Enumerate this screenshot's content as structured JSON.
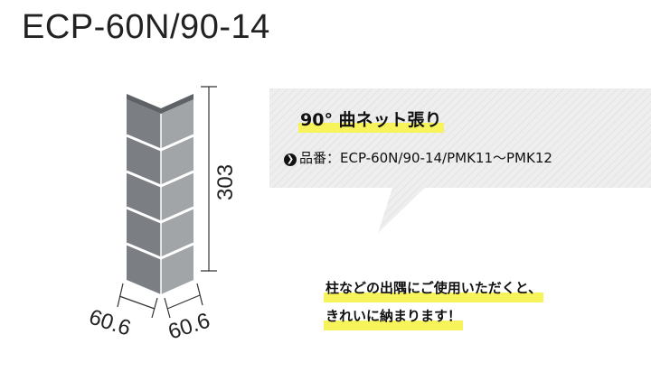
{
  "product": {
    "title": "ECP-60N/90-14"
  },
  "callout": {
    "heading": "90° 曲ネット張り",
    "product_label": "品番：ECP-60N/90-14/PMK11〜PMK12",
    "arrow_icon": "circle-arrow-right-icon"
  },
  "description": {
    "line1": "柱などの出隅にご使用いただくと、",
    "line2": "きれいに納まります！"
  },
  "dimensions": {
    "height": "303",
    "width_left": "60.6",
    "width_right": "60.6"
  },
  "colors": {
    "tile_left": "#7b7e82",
    "tile_right": "#a2a5a8",
    "grout": "#ffffff",
    "highlight": "#f7f35b",
    "callout_bg": "#eeeeee"
  }
}
